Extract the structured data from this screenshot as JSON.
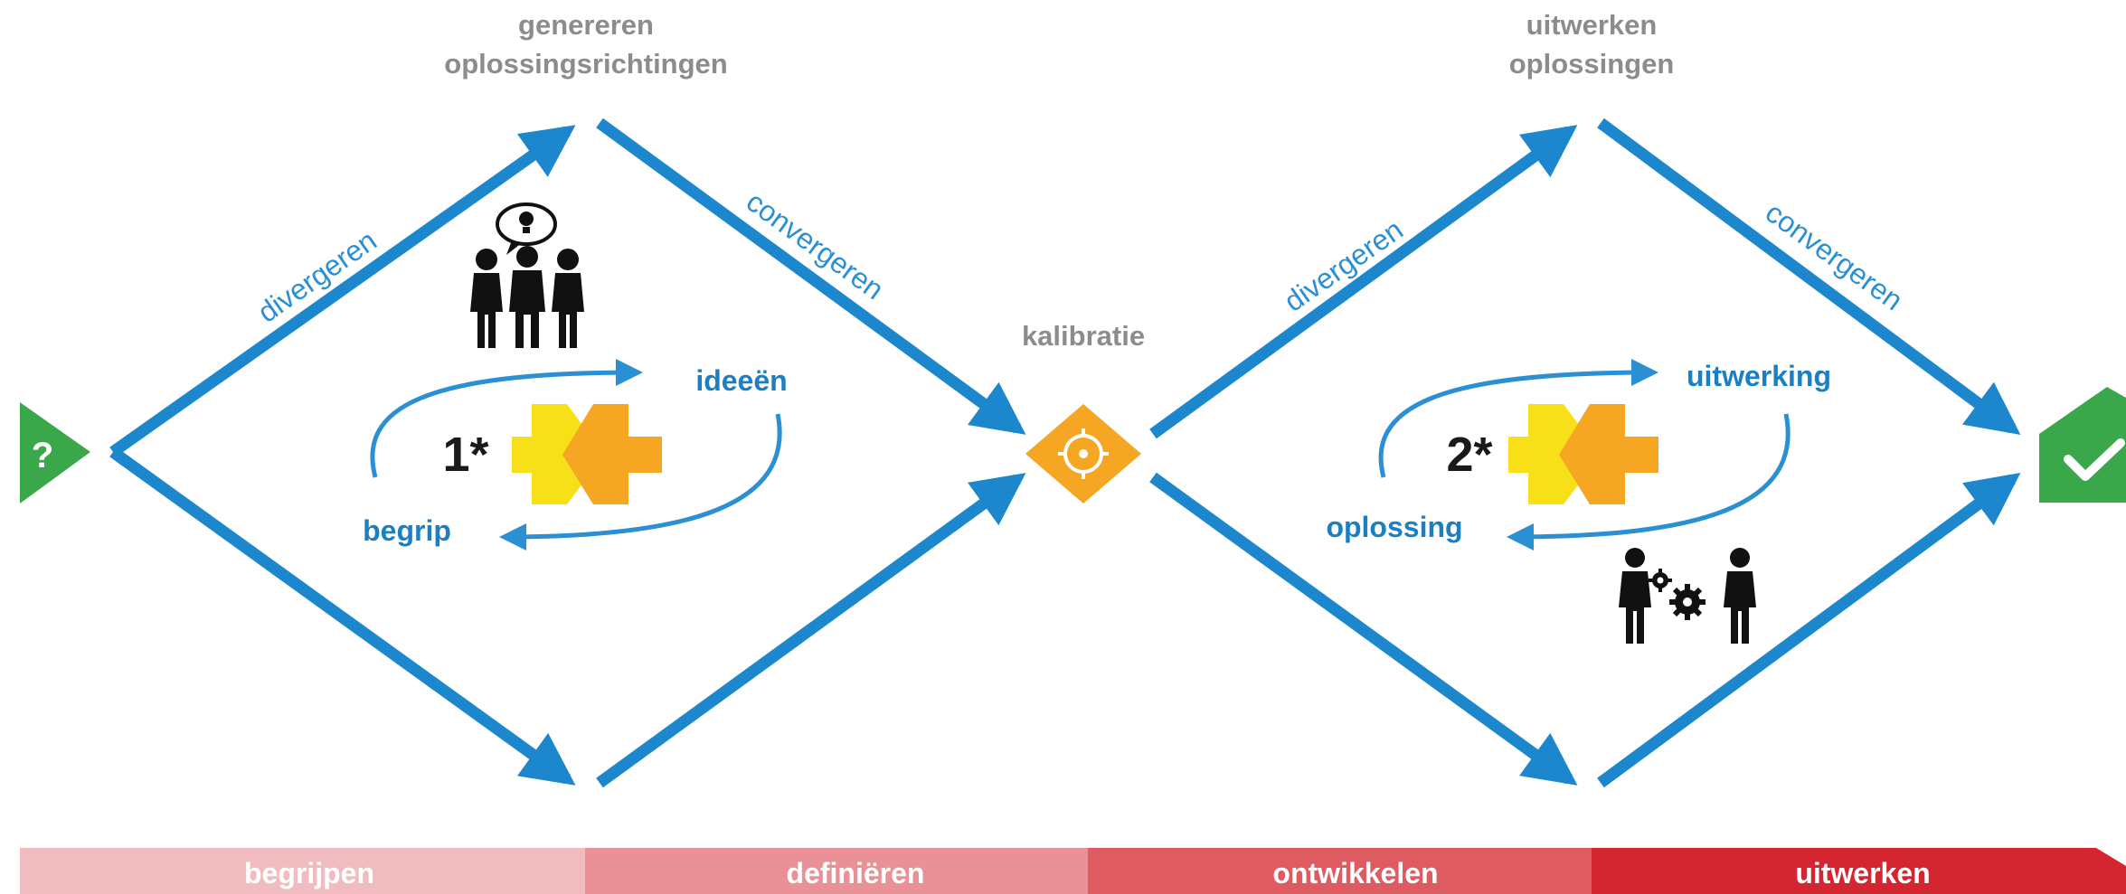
{
  "headings": {
    "top_left_1": "genereren",
    "top_left_2": "oplossingsrichtingen",
    "top_right_1": "uitwerken",
    "top_right_2": "oplossingen",
    "center": "kalibratie"
  },
  "arrows": {
    "div_1": "divergeren",
    "conv_1": "convergeren",
    "div_2": "divergeren",
    "conv_2": "convergeren"
  },
  "loop_1": {
    "number": "1*",
    "top_label": "ideeën",
    "bottom_label": "begrip"
  },
  "loop_2": {
    "number": "2*",
    "top_label": "uitwerking",
    "bottom_label": "oplossing"
  },
  "start_marker": {
    "label": "?"
  },
  "phases": [
    {
      "label": "begrijpen",
      "color": "#f1bcc0"
    },
    {
      "label": "definiëren",
      "color": "#e99196"
    },
    {
      "label": "ontwikkelen",
      "color": "#de5b62"
    },
    {
      "label": "uitwerken",
      "color": "#d42630"
    }
  ],
  "colors": {
    "arrow_blue": "#1d87cd",
    "loop_blue": "#2a8fd3",
    "start_green": "#3aa84a",
    "end_green": "#3aa84a",
    "kalibratie_orange": "#f5a623",
    "yellow": "#f7e017",
    "orange": "#f5a623"
  },
  "icons": [
    "start-question-marker",
    "end-check-marker",
    "kalibratie-target-icon",
    "people-idea-icon",
    "people-gears-icon"
  ]
}
